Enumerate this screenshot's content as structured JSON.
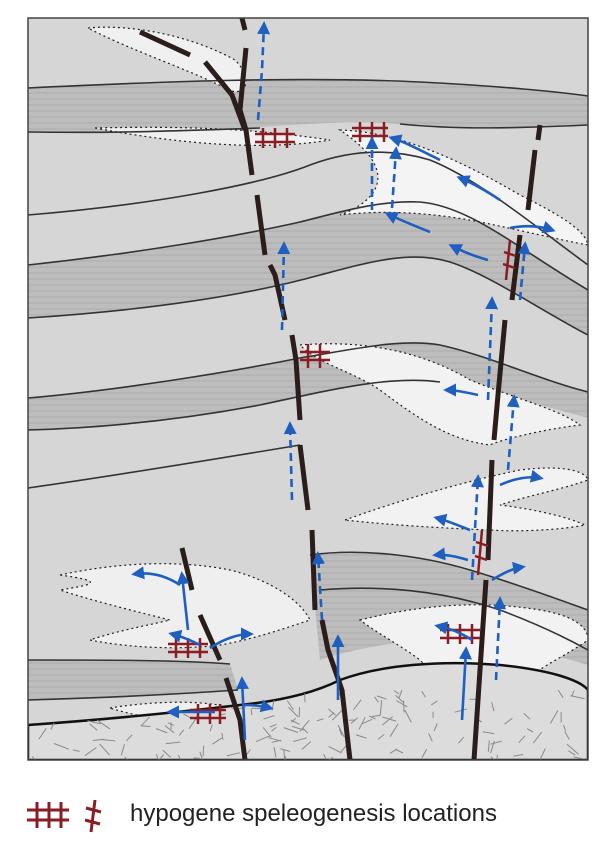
{
  "figure": {
    "legend_label": "hypogene speleogenesis locations",
    "colors": {
      "background": "#d6d6d6",
      "aquifer_band": "#bdbdbd",
      "cave_zone": "#f2f2f2",
      "fault": "#2a1d1a",
      "flow_arrow": "#1f5fc0",
      "cave_symbol": "#8a1c24",
      "basement_lines": "#8a8a8a",
      "boundary_line": "#333333"
    },
    "icons": [
      "cave-grid-symbol",
      "fault-cave-symbol",
      "flow-arrow-icon"
    ]
  }
}
